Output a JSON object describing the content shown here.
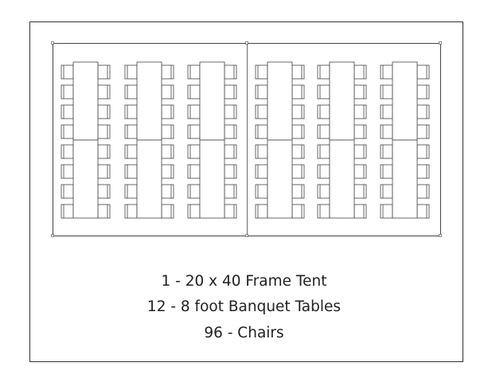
{
  "captions": {
    "tent": "1 - 20 x 40 Frame Tent",
    "tables": "12 - 8 foot Banquet Tables",
    "chairs": "96 - Chairs"
  },
  "layout": {
    "tent_sections": 2,
    "table_columns": 6,
    "tables_per_column": 2,
    "chair_rows_per_column": 8,
    "chairs_per_row": 2
  }
}
